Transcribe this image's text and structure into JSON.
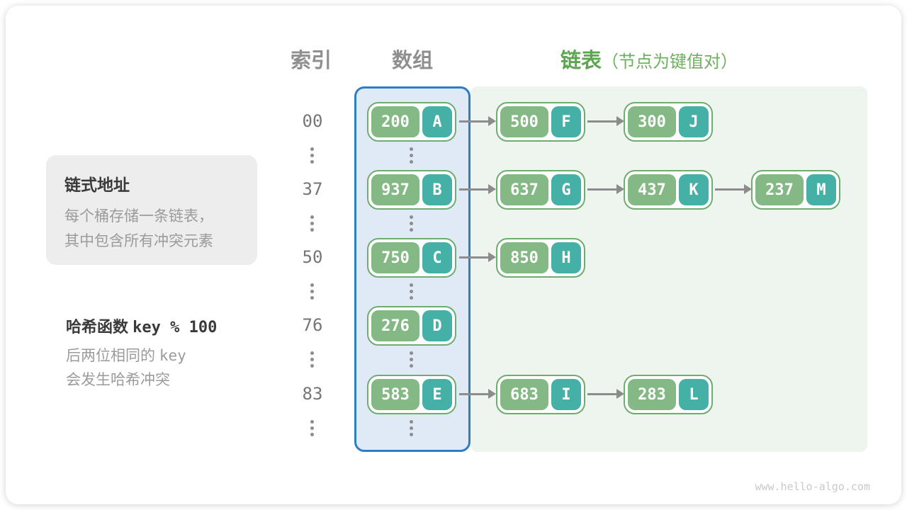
{
  "headers": {
    "index": "索引",
    "array": "数组",
    "linked_list": "链表",
    "linked_list_note": "（节点为键值对）"
  },
  "annotations": {
    "box_title": "链式地址",
    "box_line1": "每个桶存储一条链表，",
    "box_line2": "其中包含所有冲突元素",
    "hash_label": "哈希函数",
    "hash_code": "key % 100",
    "note1_text": "后两位相同的",
    "note1_code": "key",
    "note2_text": "会发生哈希冲突"
  },
  "watermark": "www.hello-algo.com",
  "colors": {
    "node_key_bg": "#84b884",
    "node_val_bg": "#45b0a6",
    "node_border": "#6ead6e",
    "array_bg": "#dfeaf6",
    "array_border": "#2d7ec2",
    "list_bg": "#eef4ee",
    "arrow_gray": "#8c8c8c",
    "header_gray": "#8f8f8f",
    "accent_green": "#5ca652",
    "accent_green_light": "#6fb060"
  },
  "diagram": {
    "type": "hash-table-chaining",
    "hash_function": "key % 100",
    "rows": [
      {
        "index": "00",
        "nodes": [
          {
            "key": "200",
            "value": "A"
          },
          {
            "key": "500",
            "value": "F"
          },
          {
            "key": "300",
            "value": "J"
          }
        ]
      },
      {
        "index": "37",
        "nodes": [
          {
            "key": "937",
            "value": "B"
          },
          {
            "key": "637",
            "value": "G"
          },
          {
            "key": "437",
            "value": "K"
          },
          {
            "key": "237",
            "value": "M"
          }
        ]
      },
      {
        "index": "50",
        "nodes": [
          {
            "key": "750",
            "value": "C"
          },
          {
            "key": "850",
            "value": "H"
          }
        ]
      },
      {
        "index": "76",
        "nodes": [
          {
            "key": "276",
            "value": "D"
          }
        ]
      },
      {
        "index": "83",
        "nodes": [
          {
            "key": "583",
            "value": "E"
          },
          {
            "key": "683",
            "value": "I"
          },
          {
            "key": "283",
            "value": "L"
          }
        ]
      }
    ]
  }
}
